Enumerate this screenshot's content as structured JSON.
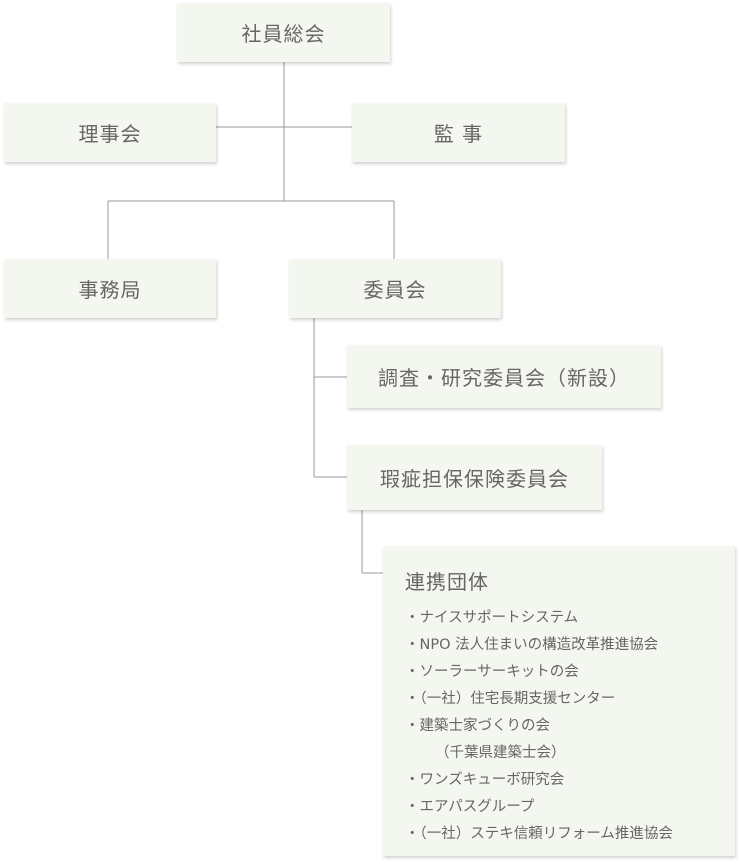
{
  "org": {
    "general_meeting": "社員総会",
    "board": "理事会",
    "auditor": "監 事",
    "secretariat": "事務局",
    "committee": "委員会",
    "research_committee": "調査・研究委員会（新設）",
    "warranty_committee": "瑕疵担保保険委員会"
  },
  "partners": {
    "title": "連携団体",
    "items": [
      {
        "text": "・ナイスサポートシステム"
      },
      {
        "text": "・NPO 法人住まいの構造改革推進協会"
      },
      {
        "text": "・ソーラーサーキットの会"
      },
      {
        "text": "・（一社）住宅長期支援センター"
      },
      {
        "text": "・建築士家づくりの会"
      },
      {
        "text": "（千葉県建築士会）"
      },
      {
        "text": "・ワンズキューボ研究会"
      },
      {
        "text": "・エアパスグループ"
      },
      {
        "text": "・（一社）ステキ信頼リフォーム推進協会"
      }
    ]
  }
}
